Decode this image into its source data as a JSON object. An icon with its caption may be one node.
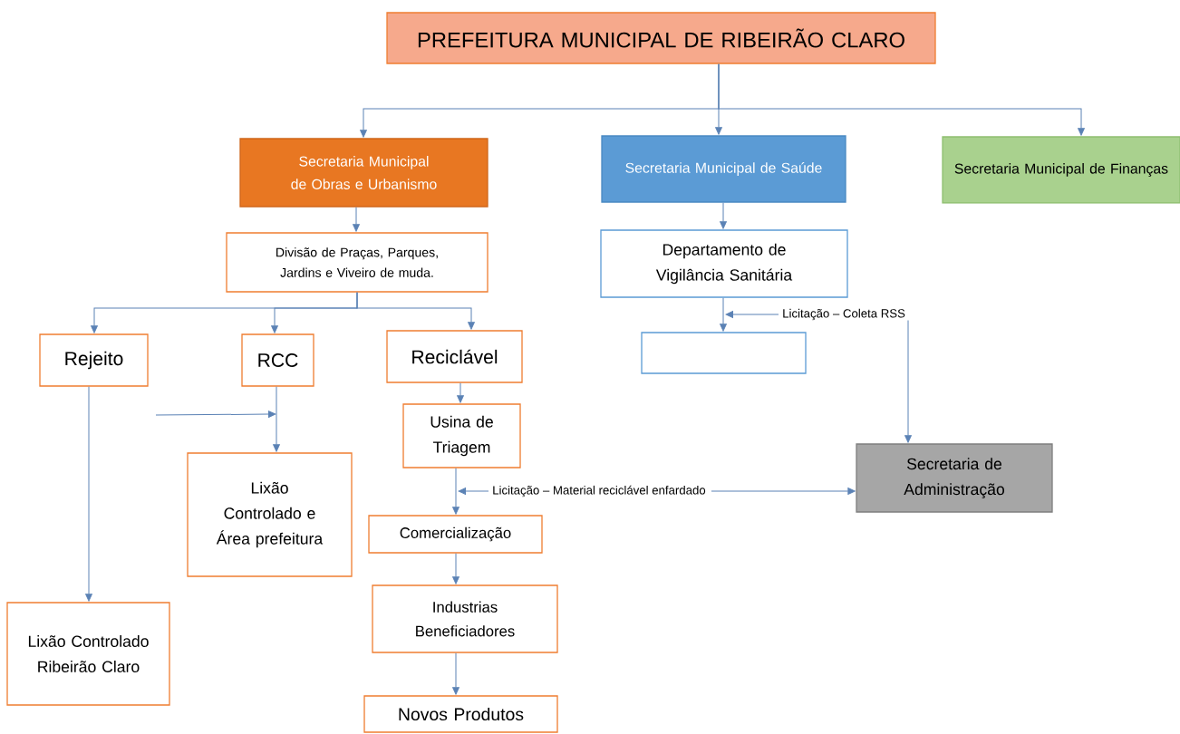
{
  "diagram": {
    "nodes": [
      {
        "text": [
          "PREFEITURA MUNICIPAL DE RIBEIRÃO CLARO"
        ]
      },
      {
        "text": [
          "Secretaria Municipal de Obras e Urbanismo"
        ]
      },
      {
        "text": [
          "Secretaria Municipal de Saúde"
        ]
      },
      {
        "text": [
          "Secretaria Municipal de Finanças"
        ]
      },
      {
        "text": [
          "Divisão de Praças, Parques, Jardins e Viveiro de muda."
        ]
      },
      {
        "text": [
          "Departamento de Vigilância Sanitária"
        ]
      },
      {
        "text": [],
        "shape": "box"
      },
      {
        "text": [
          "Rejeito"
        ]
      },
      {
        "text": [
          "RCC"
        ]
      },
      {
        "text": [
          "Reciclável"
        ]
      },
      {
        "text": [
          "Lixão Controlado e Área prefeitura"
        ]
      },
      {
        "text": [
          "Usina de Triagem"
        ]
      },
      {
        "text": [
          "Comercialização"
        ]
      },
      {
        "text": [
          "Lixão Controlado Ribeirão Claro"
        ]
      },
      {
        "text": [
          "Industrias Beneficiadores"
        ]
      },
      {
        "text": [
          "Novos Produtos"
        ]
      },
      {
        "text": [
          "Secretaria de Administração"
        ]
      },
      {
        "text": [
          "Licitação – Coleta RSS"
        ]
      },
      {
        "text": [
          "Licitação – Material reciclável enfardado"
        ]
      }
    ],
    "edges": [
      {
        "from": 0,
        "to": 1,
        "arrow": "to"
      },
      {
        "from": 0,
        "to": 2,
        "arrow": "to"
      },
      {
        "from": 0,
        "to": 3,
        "arrow": "to"
      },
      {
        "from": 1,
        "to": 4,
        "arrow": "to"
      },
      {
        "from": 2,
        "to": 5,
        "arrow": "to"
      },
      {
        "from": 4,
        "to": 7,
        "arrow": "to"
      },
      {
        "from": 4,
        "to": 8,
        "arrow": "to"
      },
      {
        "from": 4,
        "to": 9,
        "arrow": "to"
      },
      {
        "from": 5,
        "to": 6,
        "arrow": "to"
      },
      {
        "from": 7,
        "to": 13,
        "arrow": "to"
      },
      {
        "from": 8,
        "to": 10,
        "arrow": "to"
      },
      {
        "from": 9,
        "to": 11,
        "arrow": "to"
      },
      {
        "from": 11,
        "to": 12,
        "arrow": "to"
      },
      {
        "from": 12,
        "to": 14,
        "arrow": "to"
      },
      {
        "from": 14,
        "to": 15,
        "arrow": "to"
      },
      {
        "from": 17,
        "to": null,
        "arrow": "to"
      },
      {
        "from": 17,
        "to": 16,
        "arrow": "to"
      },
      {
        "from": 18,
        "to": null,
        "arrow": "to"
      },
      {
        "from": 18,
        "to": 16,
        "arrow": "to"
      }
    ]
  }
}
